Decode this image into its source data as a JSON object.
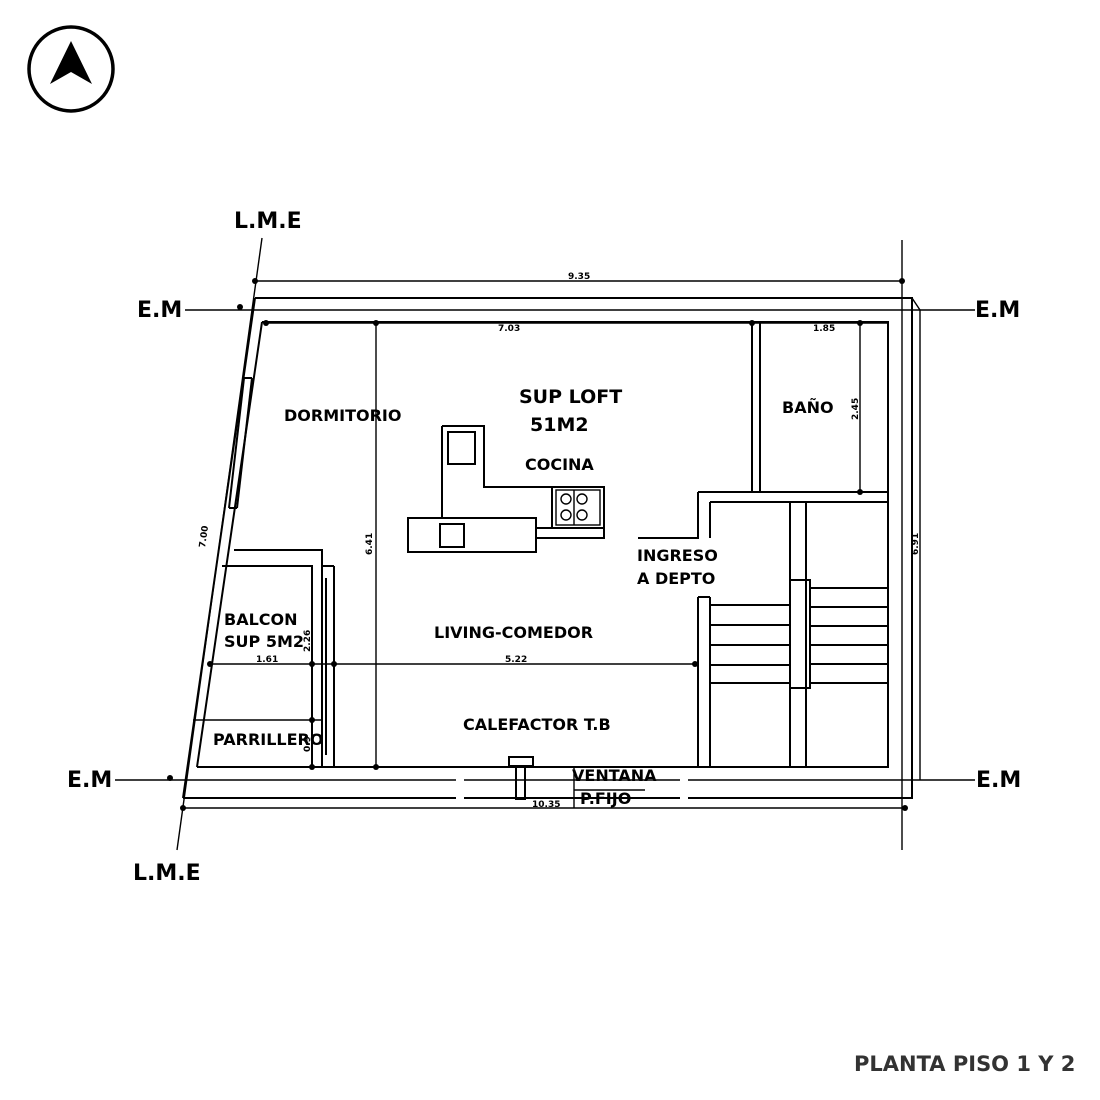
{
  "title": "PLANTA PISO 1 Y 2",
  "north_arrow": {
    "icon": "north-arrow-icon"
  },
  "boundary_labels": {
    "lme_top": "L.M.E",
    "lme_bottom": "L.M.E",
    "em_top_left": "E.M",
    "em_top_right": "E.M",
    "em_bottom_left": "E.M",
    "em_bottom_right": "E.M"
  },
  "rooms": {
    "sup_loft_title": "SUP LOFT",
    "sup_loft_area": "51M2",
    "dormitorio": "DORMITORIO",
    "cocina": "COCINA",
    "bano": "BAÑO",
    "ingreso_line1": "INGRESO",
    "ingreso_line2": "A DEPTO",
    "balcon_line1": "BALCON",
    "balcon_line2": "SUP 5M2",
    "parrillero": "PARRILLERO",
    "living": "LIVING-COMEDOR",
    "calefactor": "CALEFACTOR T.B",
    "ventana": "VENTANA",
    "pfijo": "P.FIJO"
  },
  "dimensions": {
    "top_total": "9.35",
    "inner_top": "7.03",
    "bano_width": "1.85",
    "bano_height": "2.45",
    "left_side": "7.00",
    "center_height": "6.41",
    "right_side": "6.91",
    "balcon_height": "2.26",
    "balcon_width": "1.61",
    "living_width": "5.22",
    "parrillero_height": "0.9",
    "bottom_total": "10.35"
  }
}
